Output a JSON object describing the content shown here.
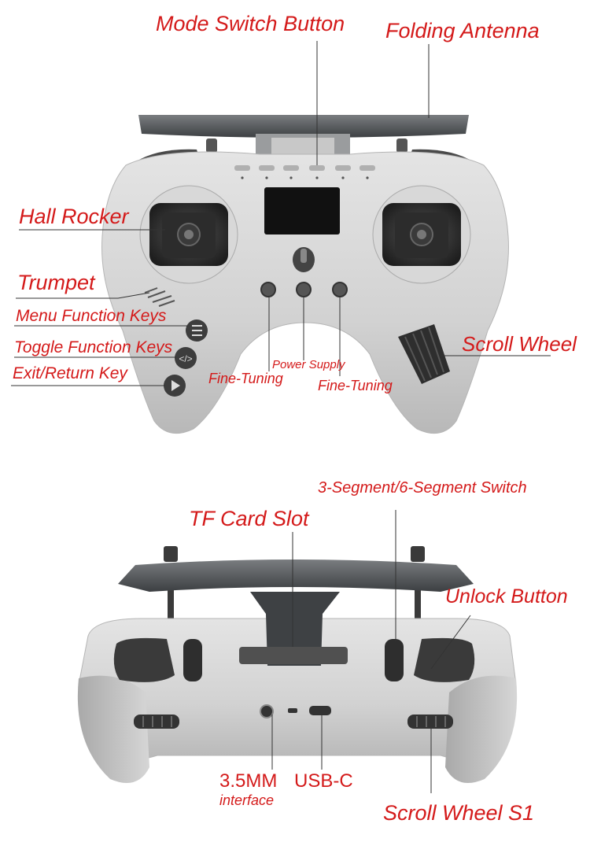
{
  "top_labels": {
    "mode_switch_button": "Mode Switch Button",
    "folding_antenna": "Folding Antenna",
    "hall_rocker": "Hall Rocker",
    "trumpet": "Trumpet",
    "menu_function_keys": "Menu Function Keys",
    "toggle_function_keys": "Toggle Function Keys",
    "exit_return_key": "Exit/Return Key",
    "fine_tuning_left": "Fine-Tuning",
    "power_supply": "Power Supply",
    "fine_tuning_right": "Fine-Tuning",
    "scroll_wheel": "Scroll Wheel"
  },
  "bottom_labels": {
    "segment_switch": "3-Segment/6-Segment Switch",
    "tf_card_slot": "TF Card Slot",
    "unlock_button": "Unlock Button",
    "audio_interface_line1": "3.5MM",
    "audio_interface_line2": "interface",
    "usb_c": "USB-C",
    "scroll_wheel_s1": "Scroll Wheel S1"
  },
  "colors": {
    "label_red": "#d41a1a",
    "body_light": "#dcdcdc",
    "body_shade": "#bfbfbf",
    "antenna_dark": "#4a4d50",
    "button_dark": "#3a3a3a"
  },
  "icons": [
    "menu-icon",
    "toggle-code-icon",
    "play-return-icon",
    "speaker-grille-icon"
  ]
}
